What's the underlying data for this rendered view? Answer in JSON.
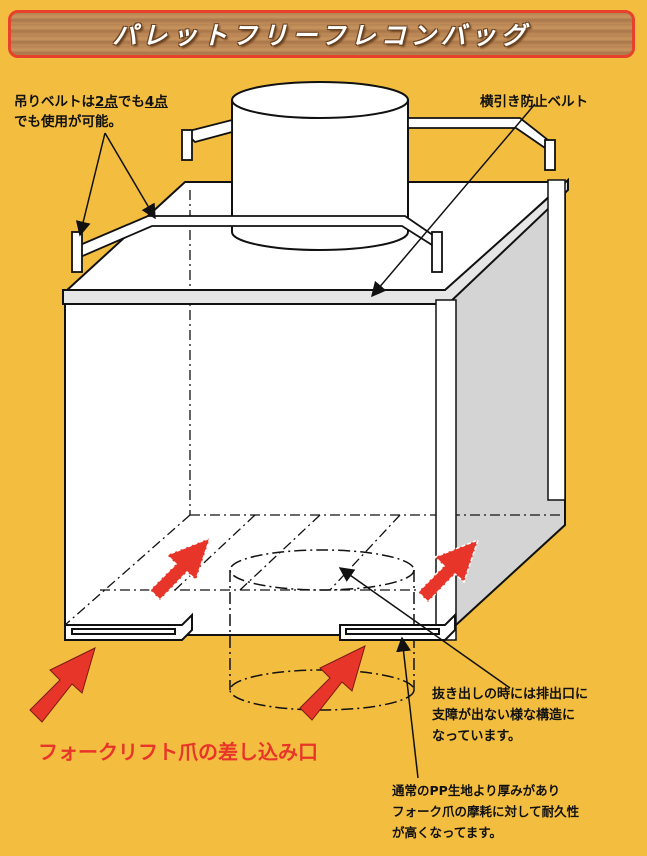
{
  "title": "パレットフリーフレコンバッグ",
  "labels": {
    "belt_line1_a": "吊りベルトは",
    "belt_line1_b": "2点",
    "belt_line1_c": "でも",
    "belt_line1_d": "4点",
    "belt_line2": "でも使用が可能。",
    "side_belt": "横引き防止ベルト",
    "fork_slot": "フォークリフト爪の差し込み口",
    "outlet_line1": "抜き出しの時には排出口に",
    "outlet_line2": "支障が出ない様な構造に",
    "outlet_line3": "なっています。",
    "pp_line1": "通常のPP生地より厚みがあり",
    "pp_line2": "フォーク爪の摩耗に対して耐久性",
    "pp_line3": "が高くなってます。"
  },
  "colors": {
    "background": "#f3bd3f",
    "banner_border": "#e8412b",
    "arrow_red": "#e8352a",
    "bag_white": "#ffffff",
    "bag_side": "#d4d4d4",
    "belt_grey": "#e6e6e6"
  }
}
